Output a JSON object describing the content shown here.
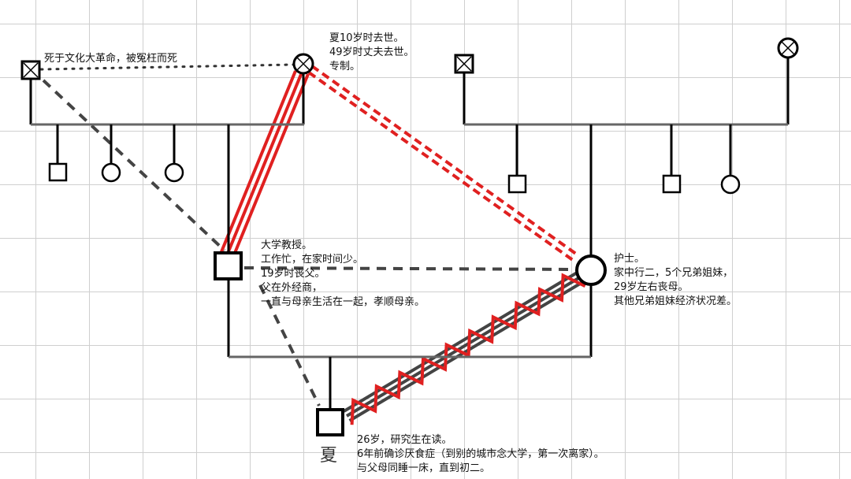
{
  "colors": {
    "line": "#000000",
    "conflict": "#e02020",
    "distant": "#444444",
    "grid": "#cfcfcf"
  },
  "notes": {
    "paternal_grandfather": [
      "死于文化大革命，被冤枉而死"
    ],
    "paternal_grandmother": [
      "夏10岁时去世。",
      "49岁时丈夫去世。",
      "专制。"
    ],
    "father": [
      "大学教授。",
      "工作忙，在家时间少。",
      "19岁时丧父。",
      "父在外经商，",
      "一直与母亲生活在一起，孝顺母亲。"
    ],
    "mother": [
      "护士。",
      "家中行二，5个兄弟姐妹，",
      "29岁左右丧母。",
      "其他兄弟姐妹经济状况差。"
    ],
    "client": [
      "26岁，研究生在读。",
      "6年前确诊厌食症（到别的城市念大学，第一次离家）。",
      "与父母同睡一床，直到初二。"
    ]
  },
  "client_name": "夏"
}
